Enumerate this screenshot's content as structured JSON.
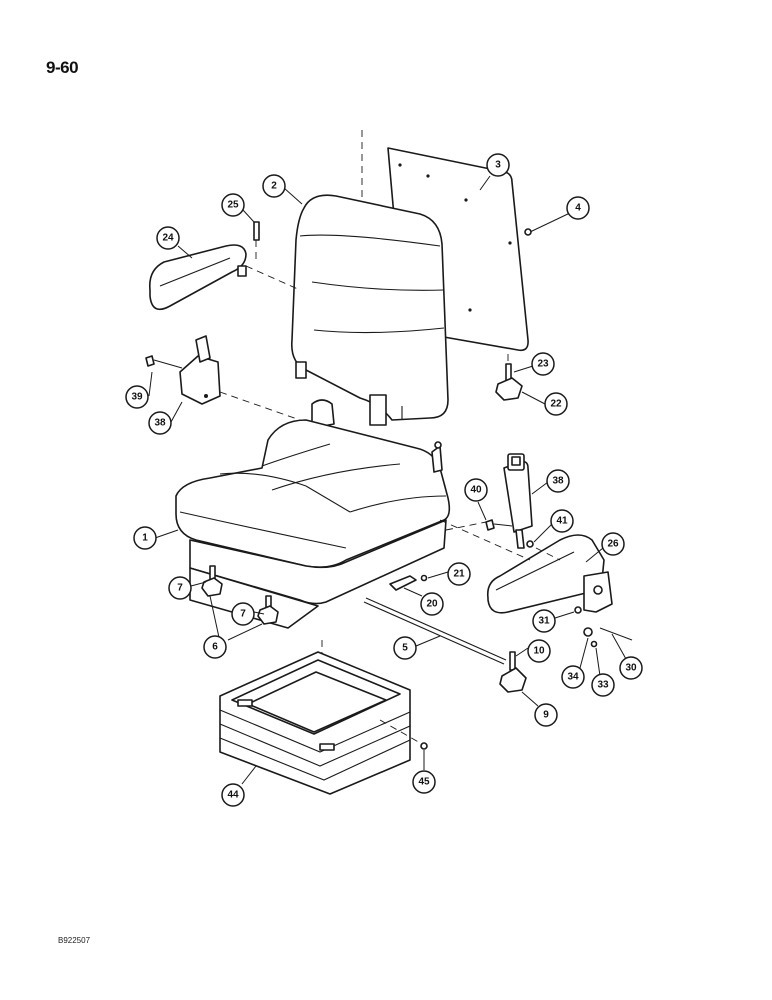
{
  "page_number": "9-60",
  "doc_code": "B922507",
  "callouts": [
    {
      "id": "c3",
      "label": "3"
    },
    {
      "id": "c2",
      "label": "2"
    },
    {
      "id": "c25",
      "label": "25"
    },
    {
      "id": "c4",
      "label": "4"
    },
    {
      "id": "c24",
      "label": "24"
    },
    {
      "id": "c23",
      "label": "23"
    },
    {
      "id": "c39",
      "label": "39"
    },
    {
      "id": "c22",
      "label": "22"
    },
    {
      "id": "c38a",
      "label": "38"
    },
    {
      "id": "c38b",
      "label": "38"
    },
    {
      "id": "c40",
      "label": "40"
    },
    {
      "id": "c1",
      "label": "1"
    },
    {
      "id": "c41",
      "label": "41"
    },
    {
      "id": "c26",
      "label": "26"
    },
    {
      "id": "c21",
      "label": "21"
    },
    {
      "id": "c7a",
      "label": "7"
    },
    {
      "id": "c20",
      "label": "20"
    },
    {
      "id": "c7b",
      "label": "7"
    },
    {
      "id": "c31",
      "label": "31"
    },
    {
      "id": "c6",
      "label": "6"
    },
    {
      "id": "c5",
      "label": "5"
    },
    {
      "id": "c10",
      "label": "10"
    },
    {
      "id": "c30",
      "label": "30"
    },
    {
      "id": "c34",
      "label": "34"
    },
    {
      "id": "c33",
      "label": "33"
    },
    {
      "id": "c9",
      "label": "9"
    },
    {
      "id": "c44",
      "label": "44"
    },
    {
      "id": "c45",
      "label": "45"
    }
  ]
}
